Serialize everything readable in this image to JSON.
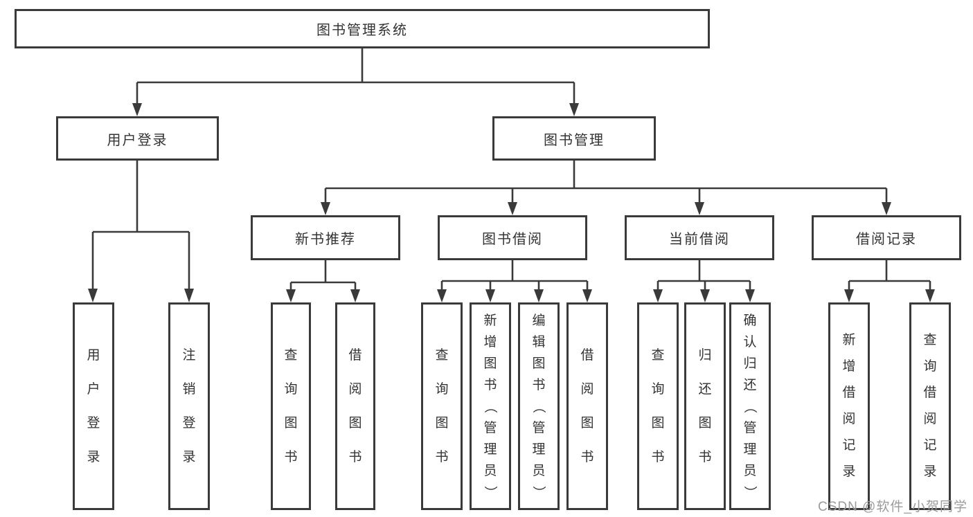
{
  "diagram_type": "hierarchy-tree",
  "colors": {
    "background": "#ffffff",
    "box_border": "#3a3a3a",
    "connector_line": "#3a3a3a",
    "text": "#333333",
    "watermark_text": "#9b9b9b"
  },
  "nodes": {
    "root": {
      "id": "library-management-system",
      "label": "图书管理系统"
    },
    "level2": [
      {
        "id": "user-login",
        "label": "用户登录"
      },
      {
        "id": "book-management",
        "label": "图书管理"
      }
    ],
    "level3": [
      {
        "id": "new-book-recommend",
        "label": "新书推荐"
      },
      {
        "id": "book-borrowing",
        "label": "图书借阅"
      },
      {
        "id": "current-borrowing",
        "label": "当前借阅"
      },
      {
        "id": "borrowing-records",
        "label": "借阅记录"
      }
    ],
    "level4": {
      "user_login_children": [
        {
          "label": "用户登录"
        },
        {
          "label": "注销登录"
        }
      ],
      "new_book_children": [
        {
          "label": "查询图书"
        },
        {
          "label": "借阅图书"
        }
      ],
      "book_borrowing_children": [
        {
          "label": "查询图书"
        },
        {
          "label": "新增图书（管理员）"
        },
        {
          "label": "编辑图书（管理员）"
        },
        {
          "label": "借阅图书"
        }
      ],
      "current_borrowing_children": [
        {
          "label": "查询图书"
        },
        {
          "label": "归还图书"
        },
        {
          "label": "确认归还（管理员）"
        }
      ],
      "borrowing_records_children": [
        {
          "label": "新增借阅记录"
        },
        {
          "label": "查询借阅记录"
        }
      ]
    }
  },
  "watermark": "CSDN @软件_小贺同学"
}
